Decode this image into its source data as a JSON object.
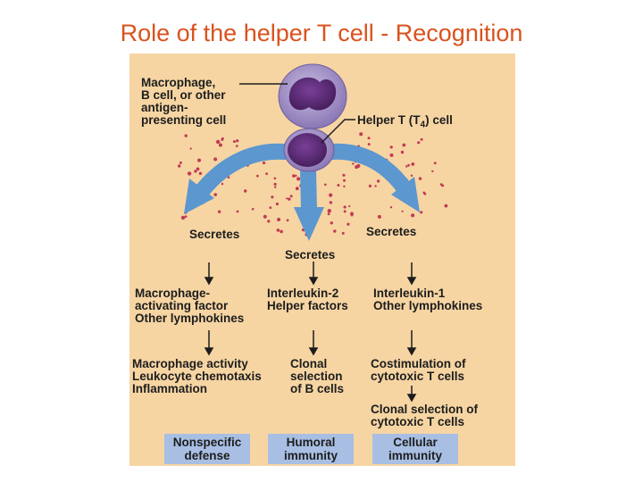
{
  "title": "Role of the helper T cell - Recognition",
  "cells": {
    "apc_label": "Macrophage,\nB cell, or other\nantigen-\npresenting cell",
    "helper_label_prefix": "Helper T (T",
    "helper_label_sub": "4",
    "helper_label_suffix": ") cell"
  },
  "secretes": {
    "left": "Secretes",
    "middle": "Secretes",
    "right": "Secretes"
  },
  "factors": {
    "left": "Macrophage-\nactivating factor\nOther lymphokines",
    "middle": "Interleukin-2\nHelper factors",
    "right": "Interleukin-1\nOther lymphokines"
  },
  "effects": {
    "left": "Macrophage activity\nLeukocyte chemotaxis\nInflammation",
    "middle": "Clonal\nselection\nof B cells",
    "right": "Costimulation of\ncytotoxic T cells",
    "right_second": "Clonal selection of\ncytotoxic T cells"
  },
  "outcomes": {
    "left": "Nonspecific\ndefense",
    "middle": "Humoral\nimmunity",
    "right": "Cellular\nimmunity"
  },
  "colors": {
    "title": "#d9531e",
    "panel": "#f6d5a3",
    "arrow": "#5c97cf",
    "box": "#a8bfe3",
    "cell": "#8a77b6",
    "nucleus": "#5a2b78",
    "dots": "#c23a55"
  }
}
